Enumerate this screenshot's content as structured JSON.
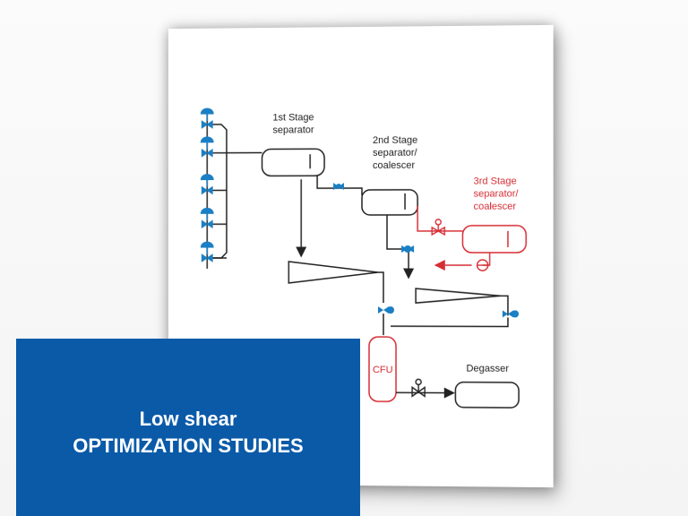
{
  "diagram": {
    "labels": {
      "stage1": [
        "1st Stage",
        "separator"
      ],
      "stage2": [
        "2nd Stage",
        "separator/",
        "coalescer"
      ],
      "stage3": [
        "3rd Stage",
        "separator/",
        "coalescer"
      ],
      "cfu": "CFU",
      "degasser": "Degasser"
    },
    "colors": {
      "line": "#222222",
      "valve": "#1a7fc4",
      "highlight": "#d62e35"
    }
  },
  "banner": {
    "line1": "Low shear",
    "line2": "OPTIMIZATION STUDIES",
    "color": "#0a5aa8"
  }
}
